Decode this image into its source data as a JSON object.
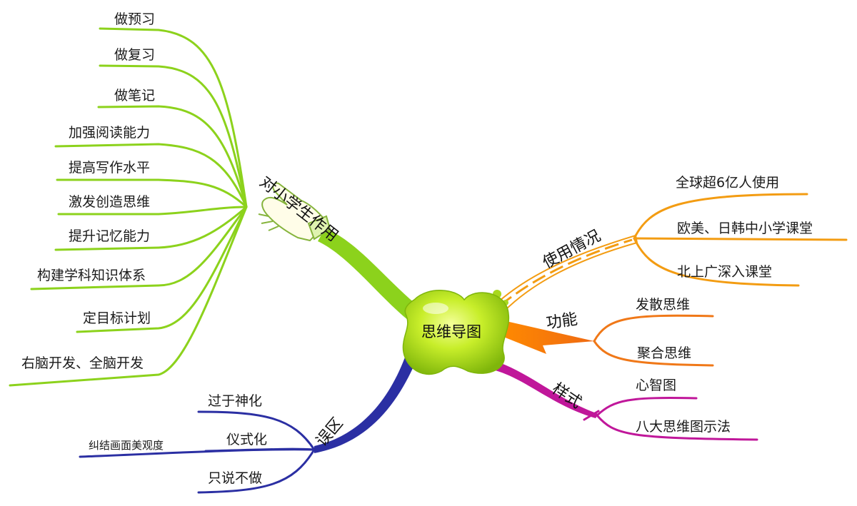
{
  "center": {
    "label": "思维导图"
  },
  "branches": {
    "effects": {
      "label": "对小学生作用",
      "color": "#8cd21c",
      "items": [
        "做预习",
        "做复习",
        "做笔记",
        "加强阅读能力",
        "提高写作水平",
        "激发创造思维",
        "提升记忆能力",
        "构建学科知识体系",
        "定目标计划",
        "右脑开发、全脑开发"
      ]
    },
    "usage": {
      "label": "使用情况",
      "color": "#f39c12",
      "items": [
        "全球超6亿人使用",
        "欧美、日韩中小学课堂",
        "北上广深入课堂"
      ]
    },
    "function": {
      "label": "功能",
      "color": "#f07818",
      "items": [
        "发散思维",
        "聚合思维"
      ]
    },
    "style": {
      "label": "样式",
      "color": "#c0179a",
      "items": [
        "心智图",
        "八大思维图示法"
      ]
    },
    "misconceptions": {
      "label": "误区",
      "color": "#2b2fa3",
      "items": [
        "过于神化",
        "纠结画面美观度",
        "仪式化",
        "只说不做"
      ]
    }
  }
}
